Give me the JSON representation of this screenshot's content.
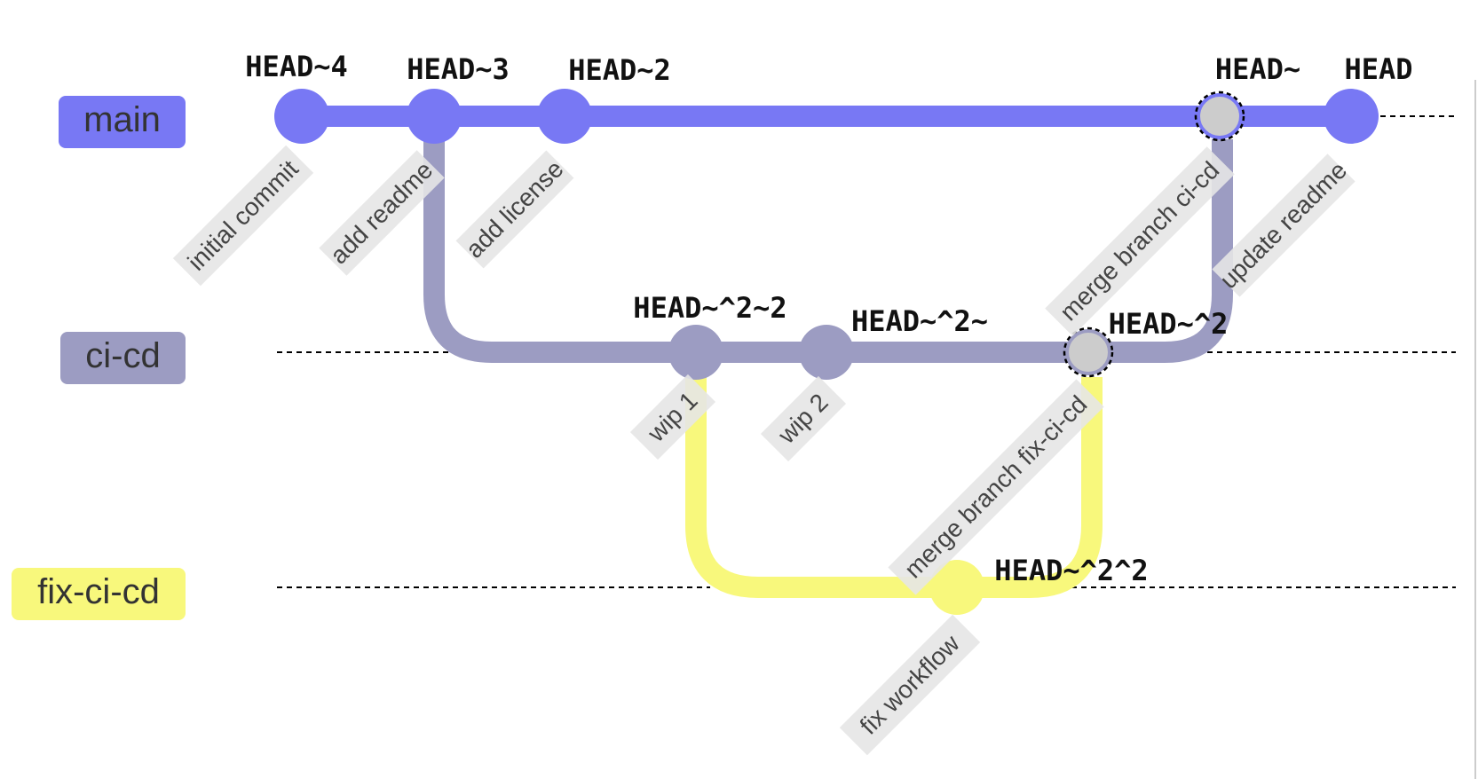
{
  "colors": {
    "main": "#7878f4",
    "ci_cd": "#9c9cc2",
    "fix_ci_cd": "#f8f87c",
    "merge_fill": "#cccccc",
    "message_bg": "#e6e6e6"
  },
  "branches": [
    {
      "id": "main",
      "label": "main",
      "color": "#7878f4"
    },
    {
      "id": "ci_cd",
      "label": "ci-cd",
      "color": "#9c9cc2"
    },
    {
      "id": "fix_ci_cd",
      "label": "fix-ci-cd",
      "color": "#f8f87c"
    }
  ],
  "commits": [
    {
      "id": "c1",
      "branch": "main",
      "ref": "HEAD~4",
      "message": "initial commit",
      "merge": false
    },
    {
      "id": "c2",
      "branch": "main",
      "ref": "HEAD~3",
      "message": "add readme",
      "merge": false
    },
    {
      "id": "c3",
      "branch": "main",
      "ref": "HEAD~2",
      "message": "add license",
      "merge": false
    },
    {
      "id": "c4",
      "branch": "ci_cd",
      "ref": "HEAD~^2~2",
      "message": "wip 1",
      "merge": false
    },
    {
      "id": "c5",
      "branch": "ci_cd",
      "ref": "HEAD~^2~",
      "message": "wip 2",
      "merge": false
    },
    {
      "id": "c6",
      "branch": "fix_ci_cd",
      "ref": "HEAD~^2^2",
      "message": "fix workflow",
      "merge": false
    },
    {
      "id": "c7",
      "branch": "ci_cd",
      "ref": "HEAD~^2",
      "message": "merge branch fix-ci-cd",
      "merge": true
    },
    {
      "id": "c8",
      "branch": "main",
      "ref": "HEAD~",
      "message": "merge branch ci-cd",
      "merge": true
    },
    {
      "id": "c9",
      "branch": "main",
      "ref": "HEAD",
      "message": "update readme",
      "merge": false
    }
  ]
}
